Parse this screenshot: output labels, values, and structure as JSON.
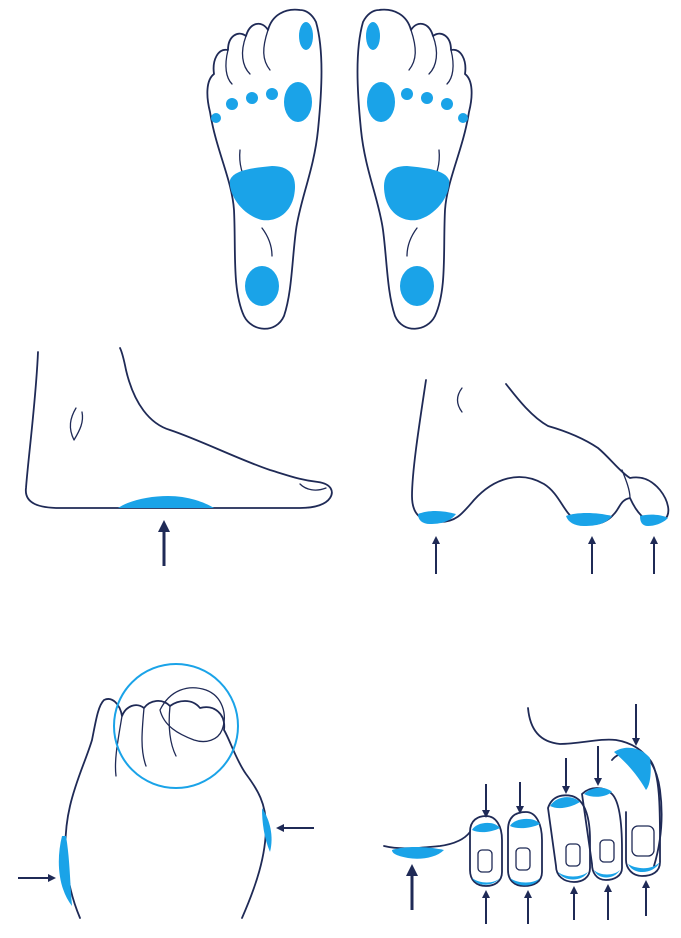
{
  "colors": {
    "outline": "#1f2a56",
    "pressure": "#1aa3e8",
    "background": "#ffffff"
  },
  "panels": [
    {
      "id": "soles-top-view",
      "description_icon": "pressure-map-icon"
    },
    {
      "id": "flat-foot-side-view",
      "description_icon": "foot-side-icon"
    },
    {
      "id": "high-arch-side-view",
      "description_icon": "foot-side-icon"
    },
    {
      "id": "bunion-top-view",
      "description_icon": "bunion-icon"
    },
    {
      "id": "hammer-toes-side-view",
      "description_icon": "toes-icon"
    }
  ]
}
